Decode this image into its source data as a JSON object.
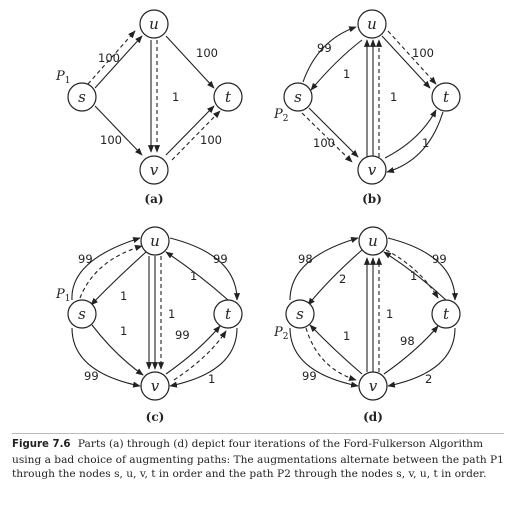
{
  "panels": [
    {
      "label": "(a)",
      "nodes": {
        "s": "s",
        "u": "u",
        "v": "v",
        "t": "t"
      },
      "edge_labels": {
        "su": "100",
        "sv": "100",
        "uv": "1",
        "ut": "100",
        "vt": "100"
      },
      "path_label": {
        "main": "P",
        "sub": "1"
      }
    },
    {
      "label": "(b)",
      "nodes": {
        "s": "s",
        "u": "u",
        "v": "v",
        "t": "t"
      },
      "edge_labels": {
        "su": "99",
        "us": "1",
        "sv": "100",
        "uv": "1",
        "ut": "100",
        "vt": "1"
      },
      "path_label": {
        "main": "P",
        "sub": "2"
      }
    },
    {
      "label": "(c)",
      "nodes": {
        "s": "s",
        "u": "u",
        "v": "v",
        "t": "t"
      },
      "edge_labels": {
        "su_outer": "99",
        "us": "1",
        "sv_inner": "1",
        "sv_outer": "99",
        "uv": "1",
        "ut_outer": "99",
        "tu": "1",
        "vt": "99",
        "tv_outer": "1"
      },
      "path_label": {
        "main": "P",
        "sub": "1"
      }
    },
    {
      "label": "(d)",
      "nodes": {
        "s": "s",
        "u": "u",
        "v": "v",
        "t": "t"
      },
      "edge_labels": {
        "su_outer": "98",
        "us": "2",
        "vs": "1",
        "sv_outer": "99",
        "uv": "1",
        "ut_outer": "99",
        "tu": "1",
        "vt": "98",
        "tv_outer": "2"
      },
      "path_label": {
        "main": "P",
        "sub": "2"
      }
    }
  ],
  "caption": {
    "figure_label": "Figure 7.6",
    "text": "Parts (a) through (d) depict four iterations of the Ford-Fulkerson Algorithm using a bad choice of augmenting paths: The augmentations alternate between the path P1 through the nodes s, u, v, t in order and the path P2 through the nodes s, v, u, t in order."
  }
}
